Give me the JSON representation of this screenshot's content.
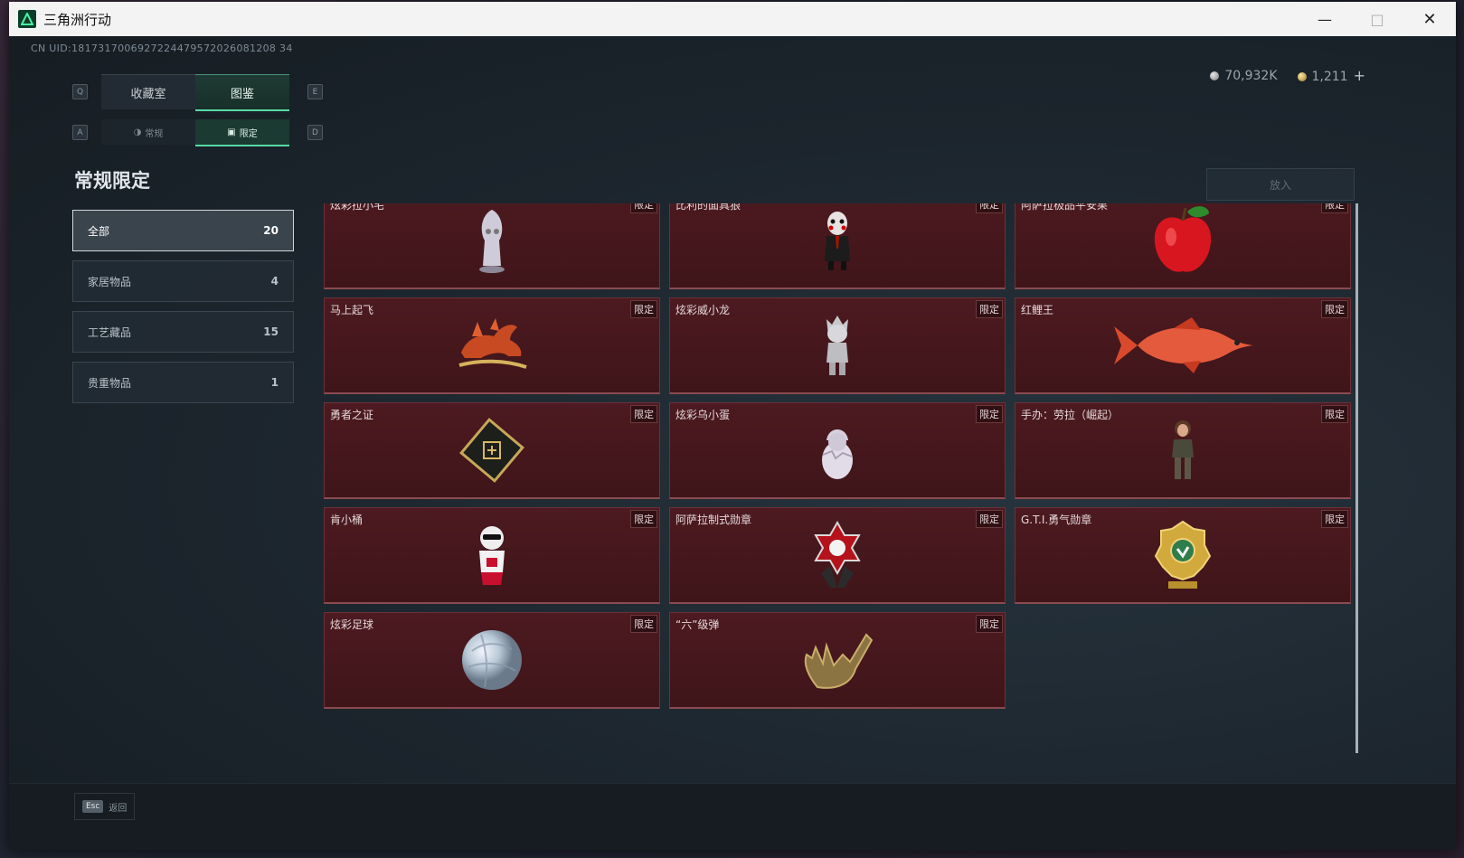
{
  "window": {
    "title": "三角洲行动"
  },
  "uid": "CN UID:1817317006927224479572026081208 34",
  "currency": {
    "silver": "70,932K",
    "gold": "1,211",
    "add": "+"
  },
  "keys": {
    "q": "Q",
    "e": "E",
    "a": "A",
    "d": "D"
  },
  "tabs_main": [
    {
      "label": "收藏室"
    },
    {
      "label": "图鉴"
    }
  ],
  "tabs_sub": [
    {
      "label": "常规"
    },
    {
      "label": "限定"
    }
  ],
  "section_title": "常规限定",
  "categories": [
    {
      "label": "全部",
      "count": "20"
    },
    {
      "label": "家居物品",
      "count": "4"
    },
    {
      "label": "工艺藏品",
      "count": "15"
    },
    {
      "label": "贵重物品",
      "count": "1"
    }
  ],
  "place_button": "放入",
  "tag_label": "限定",
  "items": [
    {
      "name": "炫彩拉小宅",
      "icon": "figurine-icon"
    },
    {
      "name": "比利的面具狼",
      "icon": "puppet-icon"
    },
    {
      "name": "阿萨拉极品平安果",
      "icon": "apple-icon"
    },
    {
      "name": "马上起飞",
      "icon": "horse-icon"
    },
    {
      "name": "炫彩威小龙",
      "icon": "dragon-figurine-icon"
    },
    {
      "name": "红鲤王",
      "icon": "carp-icon"
    },
    {
      "name": "勇者之证",
      "icon": "card-icon"
    },
    {
      "name": "炫彩乌小蛋",
      "icon": "egg-figurine-icon"
    },
    {
      "name": "手办：劳拉（崛起）",
      "icon": "action-figure-icon"
    },
    {
      "name": "肯小桶",
      "icon": "bucket-figurine-icon"
    },
    {
      "name": "阿萨拉制式勋章",
      "icon": "red-medal-icon"
    },
    {
      "name": "G.T.I.勇气勋章",
      "icon": "gold-medal-icon"
    },
    {
      "name": "炫彩足球",
      "icon": "football-icon"
    },
    {
      "name": "“六”级弹",
      "icon": "hand-icon"
    }
  ],
  "footer": {
    "key": "Esc",
    "label": "返回"
  }
}
